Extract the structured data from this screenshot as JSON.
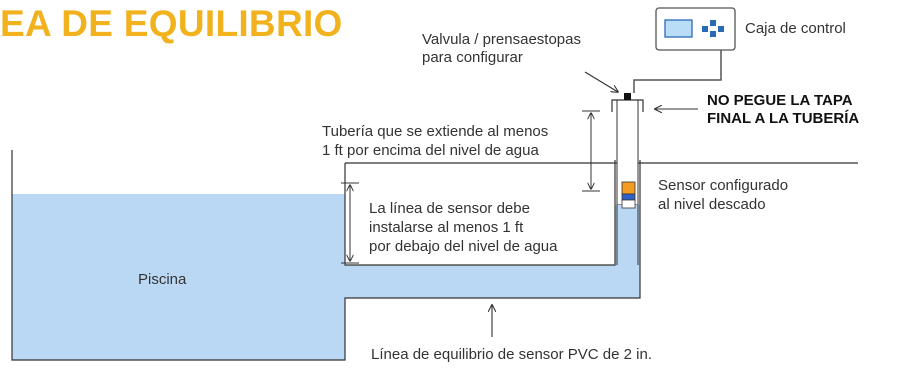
{
  "title": "EA DE EQUILIBRIO",
  "labels": {
    "control_box": "Caja de control",
    "valve_line1": "Valvula / prensaestopas",
    "valve_line2": "para configurar",
    "no_glue_line1": "NO PEGUE LA TAPA",
    "no_glue_line2": "FINAL A LA TUBERÍA",
    "pipe_extend_line1": "Tubería que se extiende al menos",
    "pipe_extend_line2": "1 ft por encima del nivel de agua",
    "sensor_set_line1": "Sensor configurado",
    "sensor_set_line2": "al nivel descado",
    "sensor_line1": "La línea de sensor debe",
    "sensor_line2": "instalarse al menos 1 ft",
    "sensor_line3": "por debajo del nivel de agua",
    "pool": "Piscina",
    "equalizer": "Línea de equilibrio de sensor PVC de 2 in."
  },
  "colors": {
    "water": "#bad8f4",
    "outline": "#333333",
    "title": "#f2b21e",
    "sensor_orange": "#f39c24",
    "sensor_blue": "#2f5fc8",
    "control_screen": "#b9dcf7",
    "control_icon": "#2a6bb8"
  },
  "icons": [
    "control-box-icon",
    "sensor-icon",
    "valve-cap-icon"
  ]
}
